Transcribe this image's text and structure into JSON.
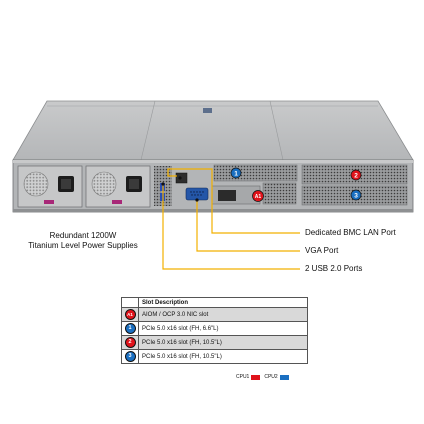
{
  "callouts": {
    "power_supplies_line1": "Redundant  1200W",
    "power_supplies_line2": "Titanium Level Power Supplies",
    "bmc_lan": "Dedicated BMC LAN Port",
    "vga": "VGA Port",
    "usb": "2 USB 2.0 Ports"
  },
  "slot_table": {
    "header": "Slot Description",
    "rows": [
      {
        "id": "A1",
        "description": "AIOM / OCP 3.0 NIC  slot",
        "cpu": "CPU1"
      },
      {
        "id": "1",
        "description": "PCIe 5.0 x16 slot (FH, 6.6\"L)",
        "cpu": "CPU2"
      },
      {
        "id": "2",
        "description": "PCIe 5.0 x16 slot (FH, 10.5\"L)",
        "cpu": "CPU1"
      },
      {
        "id": "3",
        "description": "PCIe 5.0 x16 slot (FH, 10.5\"L)",
        "cpu": "CPU2"
      }
    ]
  },
  "legend": {
    "cpu1_label": "CPU1",
    "cpu2_label": "CPU2"
  },
  "colors": {
    "cpu1": "#e0131b",
    "cpu2": "#1a6fc1",
    "callout_line": "#f2b000",
    "chassis": "#a7a9ab"
  }
}
